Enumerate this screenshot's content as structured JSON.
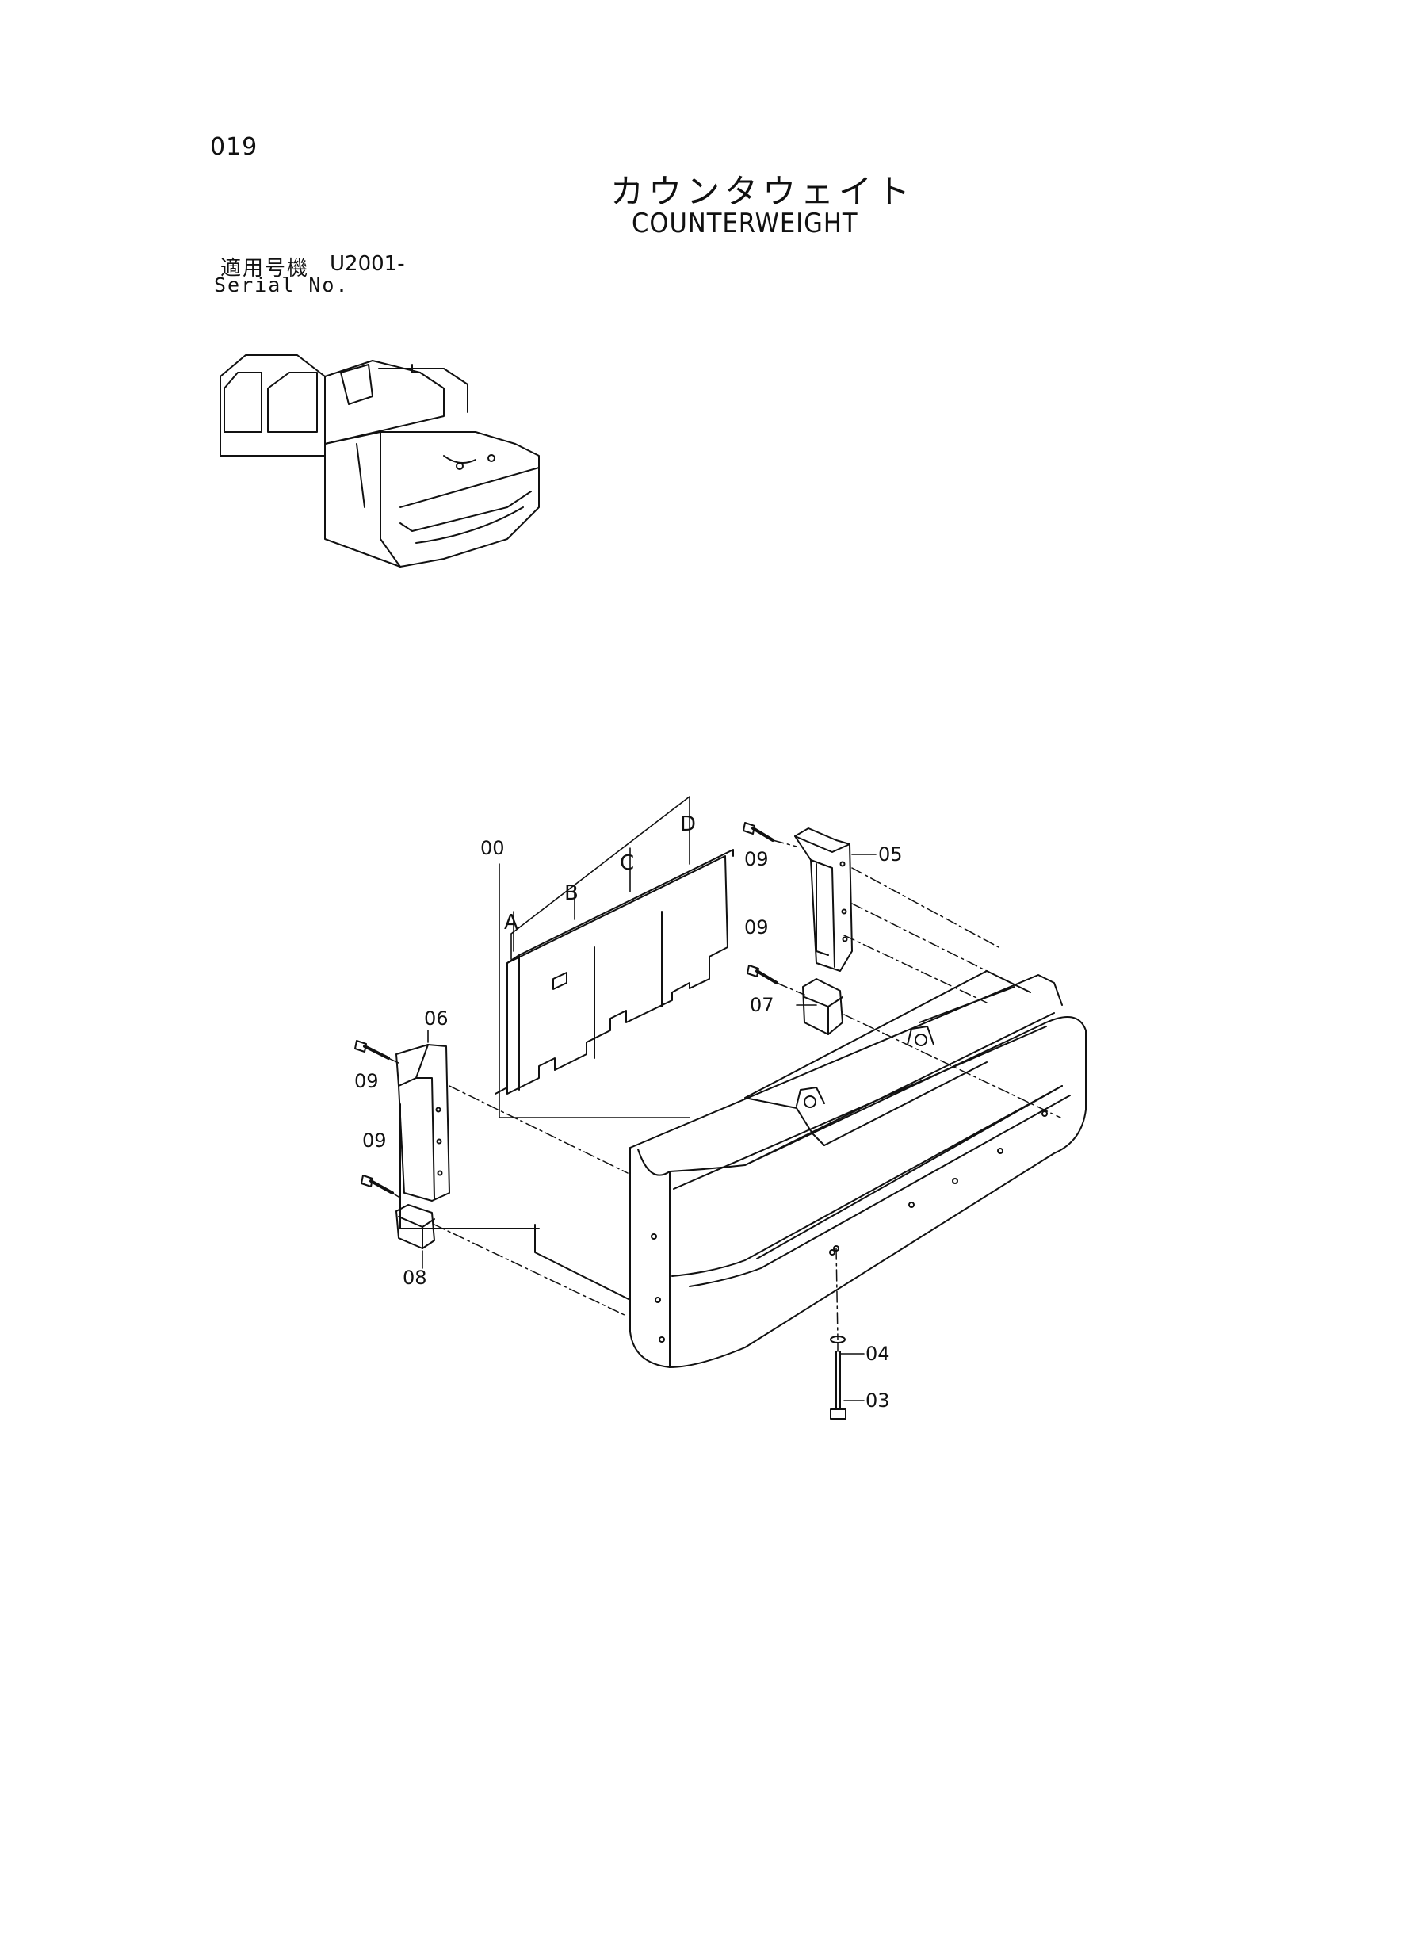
{
  "page": {
    "number": "019",
    "title_jp": "カウンタウェイト",
    "title_en": "COUNTERWEIGHT"
  },
  "serial": {
    "label_jp": "適用号機",
    "value": "U2001-",
    "label_en": "Serial No."
  },
  "diagram": {
    "assembly_label": "00",
    "section_letters": [
      "A",
      "B",
      "C",
      "D"
    ],
    "callouts": {
      "p05": "05",
      "p09a": "09",
      "p09b": "09",
      "p07": "07",
      "p06": "06",
      "p09c": "09",
      "p09d": "09",
      "p08": "08",
      "p04": "04",
      "p03": "03"
    },
    "icons": {
      "machine_overview": "excavator-location-icon",
      "main_part": "counterweight-illustration"
    }
  }
}
